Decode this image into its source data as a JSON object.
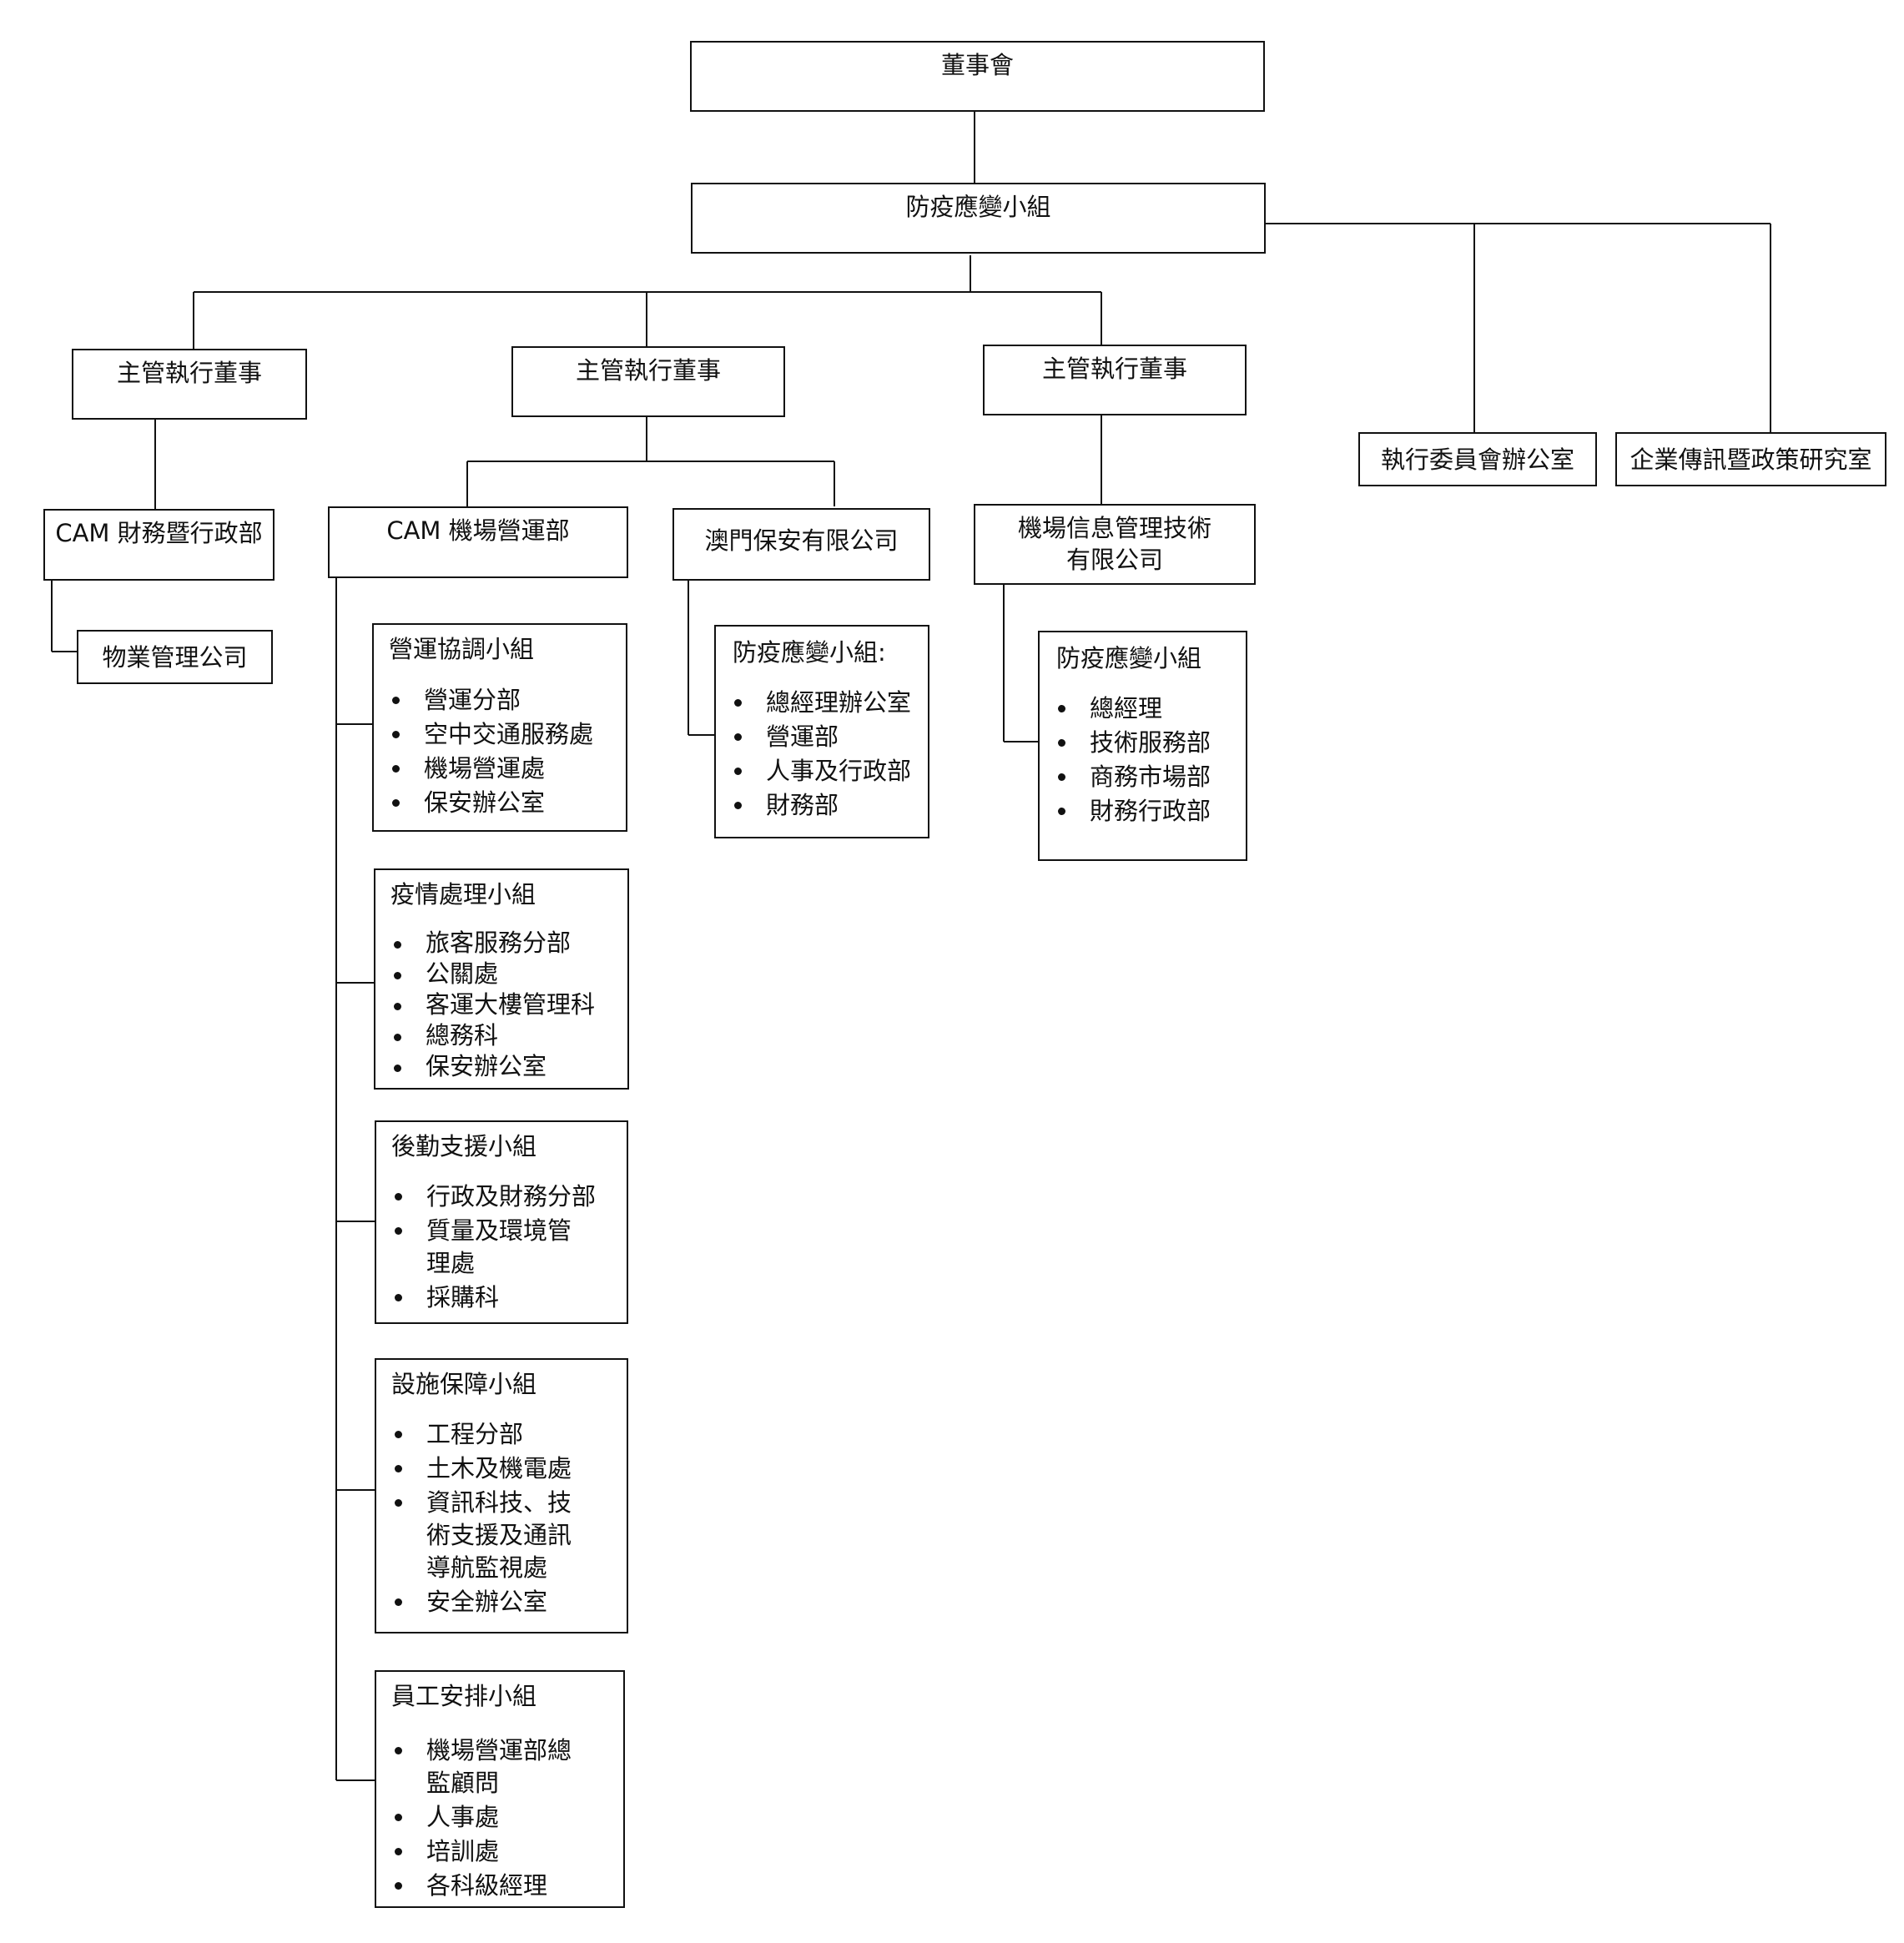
{
  "nodes": {
    "board": "董事會",
    "task_force": "防疫應變小組",
    "exec_director_1": "主管執行董事",
    "exec_director_2": "主管執行董事",
    "exec_director_3": "主管執行董事",
    "exec_committee_office": "執行委員會辦公室",
    "corp_comm_office": "企業傳訊暨政策研究室",
    "cam_finance_admin": "CAM 財務暨行政部",
    "property_mgmt": "物業管理公司",
    "cam_airport_ops": "CAM 機場營運部",
    "macau_security": "澳門保安有限公司",
    "airport_it_line1": "機場信息管理技術",
    "airport_it_line2": "有限公司"
  },
  "ops_groups": [
    {
      "title": "營運協調小組",
      "items": [
        "營運分部",
        "空中交通服務處",
        "機場營運處",
        "保安辦公室"
      ]
    },
    {
      "title": "疫情處理小組",
      "items": [
        "旅客服務分部",
        "公關處",
        "客運大樓管理科",
        "總務科",
        "保安辦公室"
      ]
    },
    {
      "title": "後勤支援小組",
      "items": [
        "行政及財務分部",
        "質量及環境管理處",
        "採購科"
      ]
    },
    {
      "title": "設施保障小組",
      "items": [
        "工程分部",
        "土木及機電處",
        "資訊科技、技術支援及通訊導航監視處",
        "安全辦公室"
      ]
    },
    {
      "title": "員工安排小組",
      "items": [
        "機場營運部總監顧問",
        "人事處",
        "培訓處",
        "各科級經理"
      ]
    }
  ],
  "security_group": {
    "title": "防疫應變小組:",
    "items": [
      "總經理辦公室",
      "營運部",
      "人事及行政部",
      "財務部"
    ]
  },
  "it_group": {
    "title": "防疫應變小組",
    "items": [
      "總經理",
      "技術服務部",
      "商務市場部",
      "財務行政部"
    ]
  }
}
